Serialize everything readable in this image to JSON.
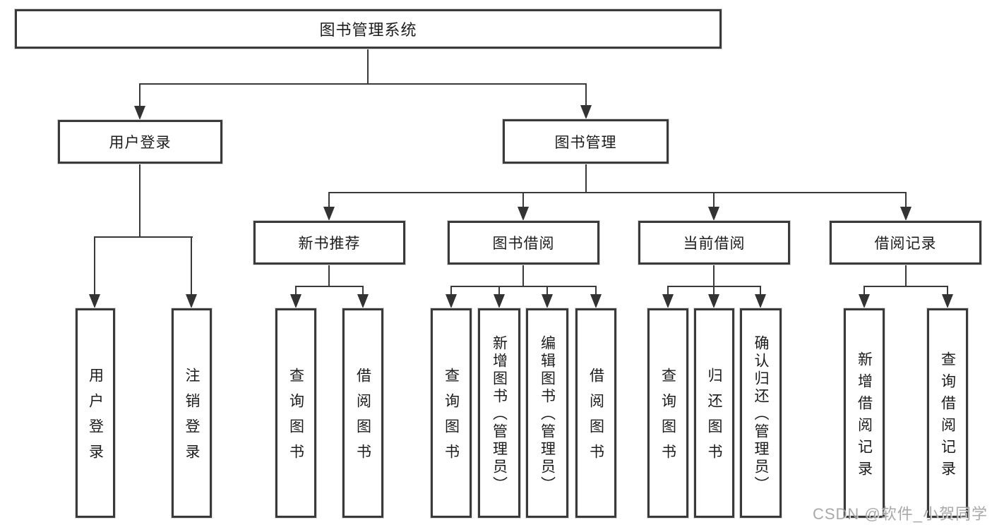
{
  "diagram": {
    "root": {
      "label": "图书管理系统"
    },
    "branches": [
      {
        "label": "用户登录",
        "children": [
          {
            "label": "用户登录"
          },
          {
            "label": "注销登录"
          }
        ]
      },
      {
        "label": "图书管理",
        "children": [
          {
            "label": "新书推荐",
            "children": [
              {
                "label": "查询图书"
              },
              {
                "label": "借阅图书"
              }
            ]
          },
          {
            "label": "图书借阅",
            "children": [
              {
                "label": "查询图书"
              },
              {
                "label": "新增图书（管理员）"
              },
              {
                "label": "编辑图书（管理员）"
              },
              {
                "label": "借阅图书"
              }
            ]
          },
          {
            "label": "当前借阅",
            "children": [
              {
                "label": "查询图书"
              },
              {
                "label": "归还图书"
              },
              {
                "label": "确认归还（管理员）"
              }
            ]
          },
          {
            "label": "借阅记录",
            "children": [
              {
                "label": "新增借阅记录"
              },
              {
                "label": "查询借阅记录"
              }
            ]
          }
        ]
      }
    ]
  },
  "watermark": {
    "text": "CSDN @软件_小贺同学"
  },
  "colors": {
    "background": "#ffffff",
    "box_fill": "#ffffff",
    "box_border": "#3a3a3a",
    "line": "#3a3a3a",
    "arrow": "#333333",
    "text": "#1c1c1c",
    "watermark": "#9e9e9e"
  }
}
